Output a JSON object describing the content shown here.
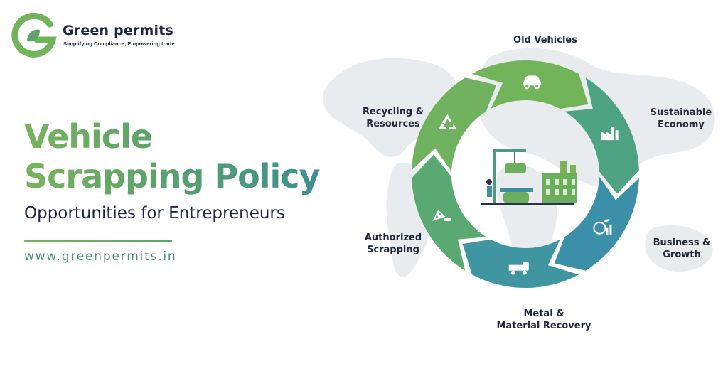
{
  "brand": {
    "name": "Green permits",
    "tagline": "Simplifying Compliance, Empowering trade"
  },
  "hero": {
    "title_line1": "Vehicle",
    "title_line2": "Scrapping Policy",
    "subtitle": "Opportunities for Entrepreneurs",
    "website": "www.greenpermits.in"
  },
  "cycle": {
    "stages": [
      {
        "label": "Old Vehicles",
        "icon": "car-icon",
        "color": "#72b45a"
      },
      {
        "label": "Sustainable\nEconomy",
        "icon": "factory-icon",
        "color": "#4da382"
      },
      {
        "label": "Business &\nGrowth",
        "icon": "growth-chart-icon",
        "color": "#3b8fa8"
      },
      {
        "label": "Metal &\nMaterial Recovery",
        "icon": "tow-truck-icon",
        "color": "#3f96a0"
      },
      {
        "label": "Authorized\nScrapping",
        "icon": "scrap-pile-icon",
        "color": "#5aa872"
      },
      {
        "label": "Recycling &\nResources",
        "icon": "recycle-icon",
        "color": "#70b260"
      }
    ]
  },
  "colors": {
    "brand_green": "#79b35c",
    "brand_teal": "#3c8f8e",
    "navy": "#1d2540"
  }
}
